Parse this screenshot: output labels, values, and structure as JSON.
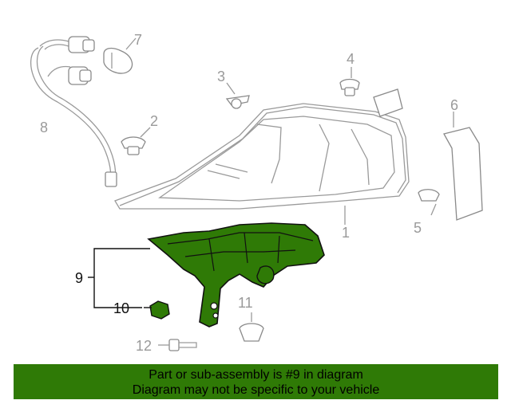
{
  "callouts": {
    "c1": "1",
    "c2": "2",
    "c3": "3",
    "c4": "4",
    "c5": "5",
    "c6": "6",
    "c7": "7",
    "c8": "8",
    "c9": "9",
    "c10": "10",
    "c11": "11",
    "c12": "12"
  },
  "banner": {
    "line1": "Part or sub-assembly is #9 in diagram",
    "line2": "Diagram may not be specific to your vehicle"
  },
  "colors": {
    "banner_bg": "#2f7a06",
    "highlight_part": "#2f7a06",
    "line_grey": "#9a9a9a"
  }
}
